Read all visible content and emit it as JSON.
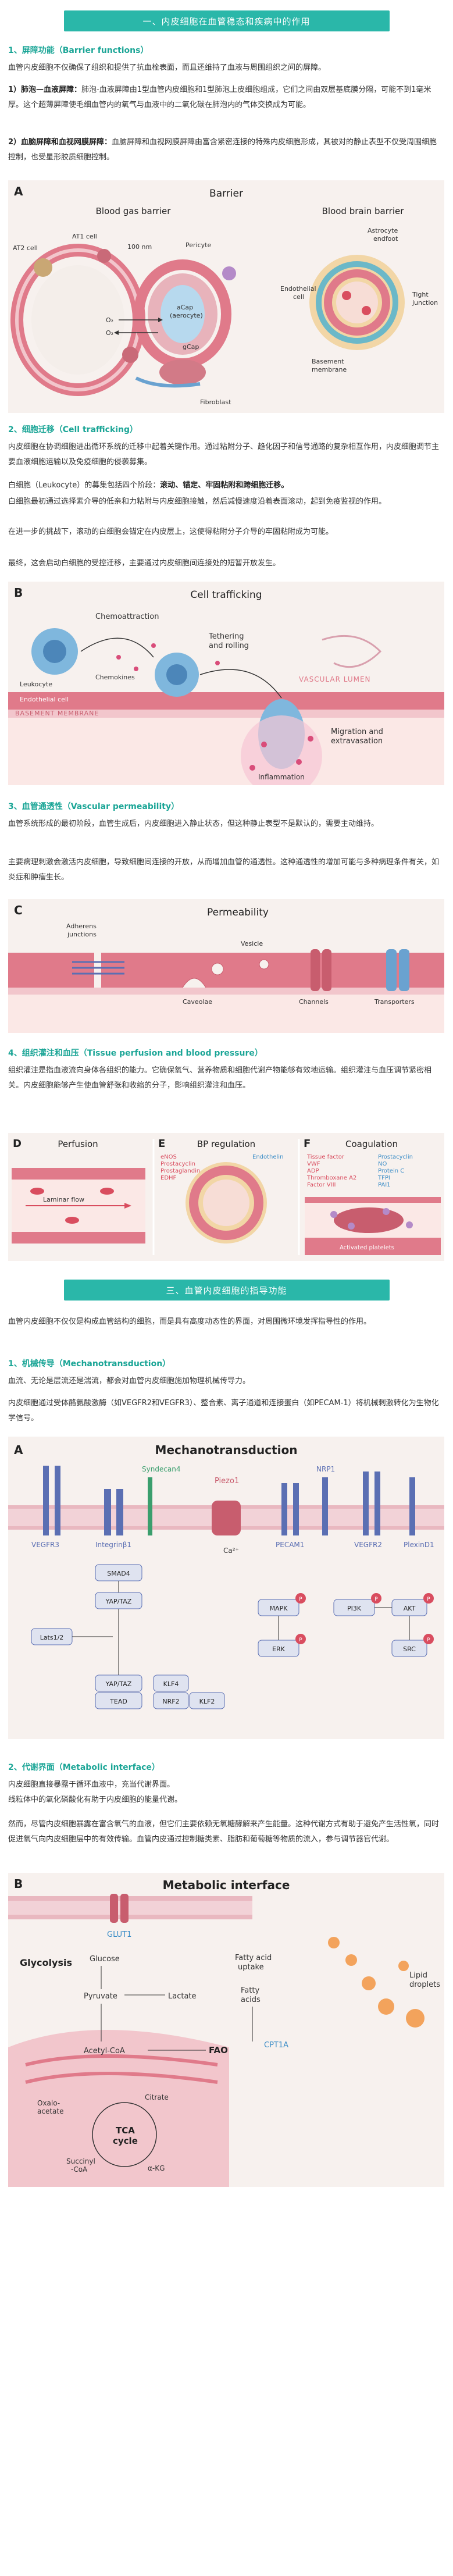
{
  "section1": {
    "banner": "一、内皮细胞在血管稳态和疾病中的作用",
    "h1": "1、屏障功能（Barrier functions）",
    "p1": "血管内皮细胞不仅确保了组织和提供了抗血栓表面，而且还维持了血液与周围组织之间的屏障。",
    "p2_bold": "1）肺泡—血液屏障：",
    "p2_text": "肺泡-血液屏障由1型血管内皮细胞和1型肺泡上皮细胞组成，它们之间由双层基底膜分隔，可能不到1毫米厚。这个超薄屏障使毛细血管内的氧气与血液中的二氧化碳在肺泡内的气体交换成为可能。",
    "p3_bold": "2）血脑屏障和血视网膜屏障：",
    "p3_text": "血脑屏障和血视网膜屏障由富含紧密连接的特殊内皮细胞形成，其被对的静止表型不仅受周围细胞控制，也受星形胶质细胞控制。",
    "h2": "2、细胞迁移（Cell trafficking）",
    "p4": "内皮细胞在协调细胞进出循环系统的迁移中起着关键作用。通过粘附分子、趋化因子和信号通路的复杂相互作用，内皮细胞调节主要血液细胞运输以及免疫细胞的侵袭募集。",
    "p5_a": "白细胞（Leukocyte）的募集包括四个阶段：",
    "p5_b": "滚动、锚定、牢固粘附和跨细胞迁移。",
    "p6": "白细胞最初通过选择素介导的低亲和力粘附与内皮细胞接触，然后减慢速度沿着表面滚动，起到免疫监视的作用。",
    "p7": "在进一步的挑战下，滚动的白细胞会锚定在内皮层上，这使得粘附分子介导的牢固粘附成为可能。",
    "p8": "最终，这会启动白细胞的受控迁移，主要通过内皮细胞间连接处的短暂开放发生。",
    "h3": "3、血管通透性（Vascular permeability）",
    "p9": "血管系统形成的最初阶段，血管生成后，内皮细胞进入静止状态，但这种静止表型不是默认的，需要主动维持。",
    "p10": "主要病理刺激会激活内皮细胞，导致细胞间连接的开放，从而增加血管的通透性。这种通透性的增加可能与多种病理条件有关，如炎症和肿瘤生长。",
    "h4": "4、组织灌注和血压（Tissue perfusion and blood pressure）",
    "p11": "组织灌注是指血液流向身体各组织的能力。它确保氧气、营养物质和细胞代谢产物能够有效地运输。组织灌注与血压调节紧密相关。内皮细胞能够产生使血管舒张和收缩的分子，影响组织灌注和血压。"
  },
  "figBarrier": {
    "letter": "A",
    "title": "Barrier",
    "left_title": "Blood gas barrier",
    "right_title": "Blood brain barrier",
    "labels": [
      "AT2 cell",
      "AT1 cell",
      "100 nm",
      "Pericyte",
      "aCap",
      "(aerocyte)",
      "gCap",
      "Fibroblast",
      "O₂",
      "O₂",
      "Endothelial",
      "cell",
      "Astrocyte",
      "endfoot",
      "Tight",
      "junction",
      "Basement",
      "membrane"
    ]
  },
  "figTrafficking": {
    "letter": "B",
    "title": "Cell trafficking",
    "labels": [
      "Chemoattraction",
      "Leukocyte",
      "Chemokines",
      "Tethering",
      "and rolling",
      "VASCULAR LUMEN",
      "Endothelial cell",
      "BASEMENT MEMBRANE",
      "Migration and",
      "extravasation",
      "Inflammation"
    ]
  },
  "figPermeability": {
    "letter": "C",
    "title": "Permeability",
    "labels": [
      "Adherens",
      "junctions",
      "Caveolae",
      "Vesicle",
      "Channels",
      "Transporters"
    ]
  },
  "figPerfusion": {
    "letters": [
      "D",
      "E",
      "F"
    ],
    "titles": [
      "Perfusion",
      "BP regulation",
      "Coagulation"
    ],
    "laminar": "Laminar flow",
    "bp_red": [
      "eNOS",
      "Prostacyclin",
      "Prostaglandin",
      "EDHF"
    ],
    "bp_blue": [
      "Endothelin"
    ],
    "coag_red": [
      "Tissue factor",
      "VWF",
      "ADP",
      "Thromboxane A2",
      "Factor VIII"
    ],
    "coag_blue": [
      "Prostacyclin",
      "NO",
      "Protein C",
      "TFPI",
      "PAI1"
    ],
    "platelets": "Activated platelets"
  },
  "section2": {
    "banner": "三、血管内皮细胞的指导功能",
    "intro": "血管内皮细胞不仅仅是构成血管结构的细胞，而是具有高度动态性的界面，对周围微环境发挥指导性的作用。",
    "h1": "1、机械传导（Mechanotransduction）",
    "p1": "血流、无论是层流还是湍流，都会对血管内皮细胞施加物理机械传导力。",
    "p2": "内皮细胞通过受体酪氨酸激酶（如VEGFR2和VEGFR3）、整合素、离子通道和连接蛋白（如PECAM-1）将机械刺激转化为生物化学信号。",
    "h2": "2、代谢界面（Metabolic interface）",
    "p3": "内皮细胞直接暴露于循环血液中，充当代谢界面。",
    "p4": "线粒体中的氧化磷酸化有助于内皮细胞的能量代谢。",
    "p5": "然而，尽管内皮细胞暴露在富含氧气的血液，但它们主要依赖无氧糖酵解来产生能量。这种代谢方式有助于避免产生活性氧，同时促进氧气向内皮细胞层中的有效传输。血管内皮通过控制糖类素、脂肪和葡萄糖等物质的流入，参与调节器官代谢。"
  },
  "figMechano": {
    "letter": "A",
    "title": "Mechanotransduction",
    "receptors": [
      "Syndecan4",
      "Piezo1",
      "NRP1",
      "VEGFR3",
      "Integrinβ1",
      "PECAM1",
      "VEGFR2",
      "PlexinD1"
    ],
    "ca": "Ca²⁺",
    "nodes": [
      "SMAD4",
      "YAP/TAZ",
      "Lats1/2",
      "YAP/TAZ",
      "TEAD",
      "KLF4",
      "NRF2",
      "KLF2",
      "MAPK",
      "ERK",
      "PI3K",
      "AKT",
      "SRC"
    ],
    "p": "P"
  },
  "figMetabolic": {
    "letter": "B",
    "title": "Metabolic interface",
    "labels": [
      "GLUT1",
      "Glycolysis",
      "Glucose",
      "Pyruvate",
      "Lactate",
      "Fatty acid",
      "uptake",
      "Fatty",
      "acids",
      "Lipid",
      "droplets",
      "CPT1A",
      "Acetyl-CoA",
      "FAO",
      "Oxalo-",
      "acetate",
      "Citrate",
      "TCA",
      "cycle",
      "Succinyl",
      "-CoA",
      "α-KG"
    ]
  }
}
